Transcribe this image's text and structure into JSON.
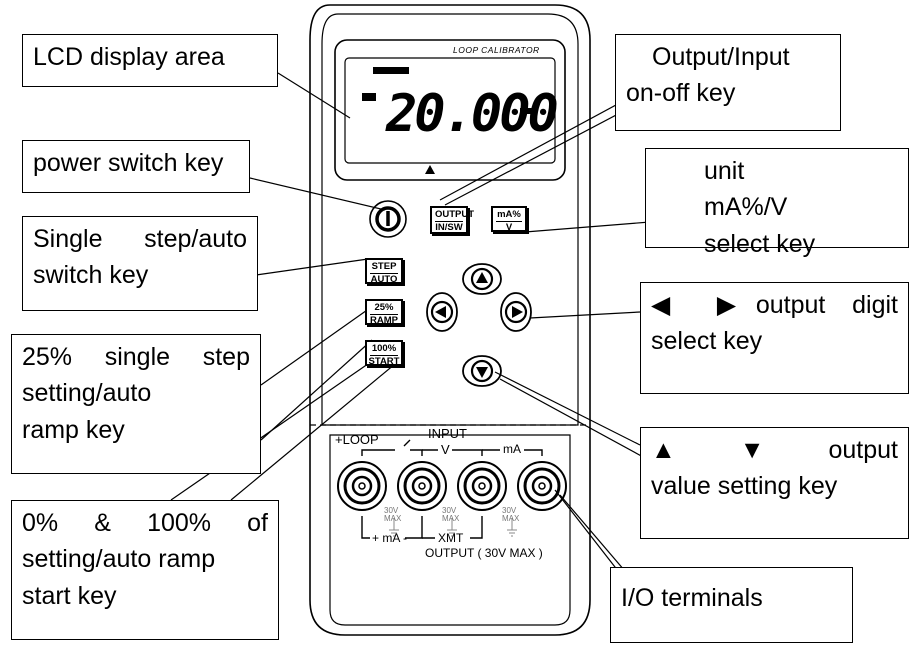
{
  "callouts": {
    "lcd": "LCD display area",
    "output_input": [
      "Output/Input",
      "on-off key"
    ],
    "power": "power switch key",
    "unit": [
      "unit mA%/V",
      "select key"
    ],
    "step": [
      "Single step/auto",
      "switch key"
    ],
    "digit": [
      "◀ ▶output digit",
      "select key"
    ],
    "ramp": [
      "25% single step",
      "setting/auto",
      "ramp key"
    ],
    "value": [
      "▲ ▼ output",
      "value setting key"
    ],
    "start": [
      "0% & 100% of",
      "setting/auto ramp",
      "start key"
    ],
    "io": "I/O terminals"
  },
  "device": {
    "lcd_title": "LOOP CALIBRATOR",
    "lcd_value": "20.000",
    "keys": {
      "output": [
        "OUTPUT",
        "IN/SW"
      ],
      "unit": [
        "mA%",
        "V"
      ],
      "step": [
        "STEP",
        "AUTO"
      ],
      "ramp": [
        "25%",
        "RAMP"
      ],
      "start": [
        "100%",
        "START"
      ]
    },
    "terminal_labels": {
      "loop": "+LOOP",
      "input": "INPUT",
      "v": "V",
      "ma_top": "mA",
      "max1": "30V",
      "max2": "30V",
      "max3": "30V",
      "max_word": "MAX",
      "plus_ma": "+ mA -",
      "xmt": "XMT",
      "output": "OUTPUT ( 30V MAX )"
    }
  }
}
